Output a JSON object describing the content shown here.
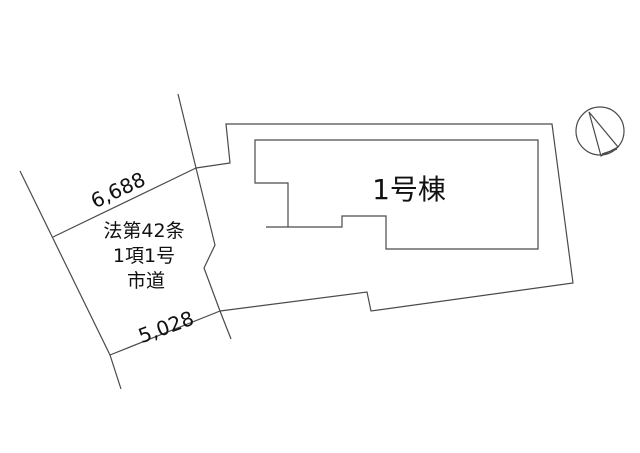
{
  "diagram": {
    "type": "site-plan",
    "colors": {
      "line": "#4a4a4a",
      "text": "#111111",
      "background": "#ffffff"
    },
    "road": {
      "label_lines": [
        "法第42条",
        "1項1号",
        "市道"
      ],
      "width_top": "6,688",
      "width_bottom": "5,028"
    },
    "building": {
      "label": "1号棟"
    },
    "north_arrow": {
      "icon": "north-arrow-icon"
    }
  }
}
